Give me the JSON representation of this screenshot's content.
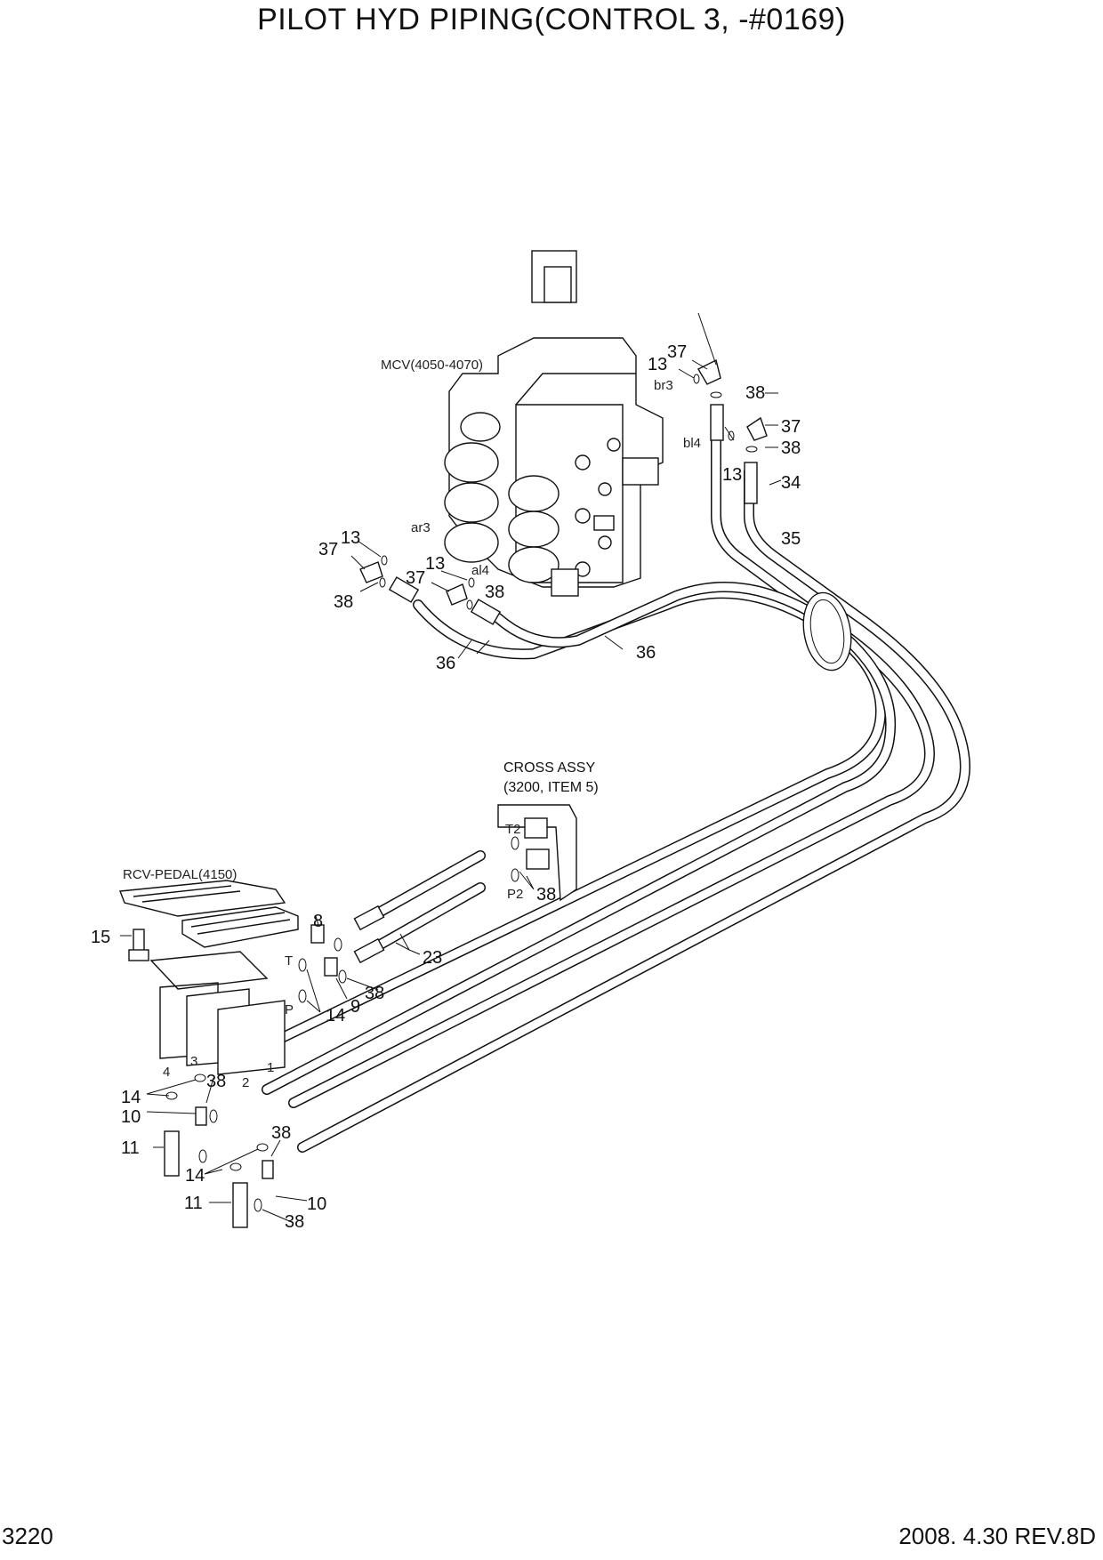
{
  "title": "PILOT HYD PIPING(CONTROL 3, -#0169)",
  "footer": {
    "page_number": "3220",
    "date_rev": "2008. 4.30  REV.8D"
  },
  "captions": {
    "mcv": "MCV(4050-4070)",
    "cross_assy_1": "CROSS ASSY",
    "cross_assy_2": "(3200, ITEM 5)",
    "rcv_pedal": "RCV-PEDAL(4150)"
  },
  "ports": {
    "br3": "br3",
    "bl4": "bl4",
    "ar3": "ar3",
    "al4": "al4",
    "t2": "T2",
    "p2": "P2",
    "t": "T",
    "p": "P",
    "n1": "1",
    "n2": "2",
    "n3": "3",
    "n4": "4"
  },
  "callouts": {
    "c13a": "13",
    "c37a": "37",
    "c38a": "38",
    "c37b": "37",
    "c38b": "38",
    "c13b": "13",
    "c34": "34",
    "c35": "35",
    "c37c": "37",
    "c13c": "13",
    "c38c": "38",
    "c13d": "13",
    "c37d": "37",
    "c38d": "38",
    "c36a": "36",
    "c36b": "36",
    "c15": "15",
    "c8": "8",
    "c23": "23",
    "c38e": "38",
    "c9": "9",
    "c38f": "38",
    "c14a": "14",
    "c14b": "14",
    "c38g": "38",
    "c10a": "10",
    "c11a": "11",
    "c38h": "38",
    "c14c": "14",
    "c11b": "11",
    "c38i": "38",
    "c10b": "10"
  }
}
